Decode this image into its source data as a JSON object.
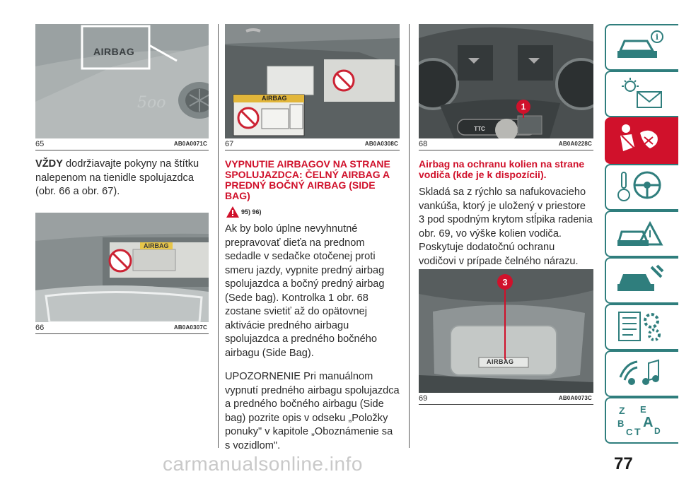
{
  "figures": {
    "f65": {
      "num": "65",
      "code": "AB0A0071C",
      "label": "AIRBAG",
      "emblem": "5oo"
    },
    "f66": {
      "num": "66",
      "code": "AB0A0307C",
      "label": "AIRBAG"
    },
    "f67": {
      "num": "67",
      "code": "AB0A0308C",
      "label": "AIRBAG"
    },
    "f68": {
      "num": "68",
      "code": "AB0A0228C",
      "marker": "1",
      "button": "TTC"
    },
    "f69": {
      "num": "69",
      "code": "AB0A0073C",
      "marker": "3",
      "label": "AIRBAG"
    }
  },
  "col1": {
    "lead": "VŽDY",
    "text": " dodržiavajte pokyny na štítku nalepenom na tienidle spolujazdca (obr. 66 a obr. 67)."
  },
  "col2": {
    "heading": "VYPNUTIE AIRBAGOV NA STRANE SPOLUJAZDCA: ČELNÝ AIRBAG A PREDNÝ BOČNÝ AIRBAG (SIDE BAG)",
    "refs": "95) 96)",
    "para1": "Ak by bolo úplne nevyhnutné prepravovať dieťa na prednom sedadle v sedačke otočenej proti smeru jazdy, vypnite predný airbag spolujazdca a bočný predný airbag (Sede bag). Kontrolka 1 obr. 68 zostane svietiť až do opätovnej aktivácie predného airbagu spolujazdca a predného bočného airbagu (Side Bag).",
    "para2": "UPOZORNENIE Pri manuálnom vypnutí predného airbagu spolujazdca a predného bočného airbagu (Side bag) pozrite opis v odseku „Položky ponuky\" v kapitole „Oboznámenie sa s vozidlom\"."
  },
  "col3": {
    "heading": "Airbag na ochranu kolien na strane vodiča (kde je k dispozícii).",
    "para": "Skladá sa z rýchlo sa nafukovacieho vankúša, ktorý je uložený v priestore 3 pod spodným krytom stĺpika radenia obr. 69, vo výške kolien vodiča. Poskytuje dodatočnú ochranu vodičovi v prípade čelného nárazu."
  },
  "tabs": [
    {
      "icon": "car-dashboard-info-icon",
      "active": false
    },
    {
      "icon": "warning-lights-message-icon",
      "active": false
    },
    {
      "icon": "seatbelt-airbag-safety-icon",
      "active": true
    },
    {
      "icon": "key-steering-wheel-icon",
      "active": false
    },
    {
      "icon": "car-breakdown-icon",
      "active": false
    },
    {
      "icon": "car-maintenance-icon",
      "active": false
    },
    {
      "icon": "checklist-gears-icon",
      "active": false
    },
    {
      "icon": "multimedia-audio-icon",
      "active": false
    },
    {
      "icon": "alphabetical-index-icon",
      "active": false
    }
  ],
  "page_number": "77",
  "watermark": "carmanualsonline.info",
  "colors": {
    "accent_red": "#d0112b",
    "tab_teal": "#2f7e7d"
  }
}
